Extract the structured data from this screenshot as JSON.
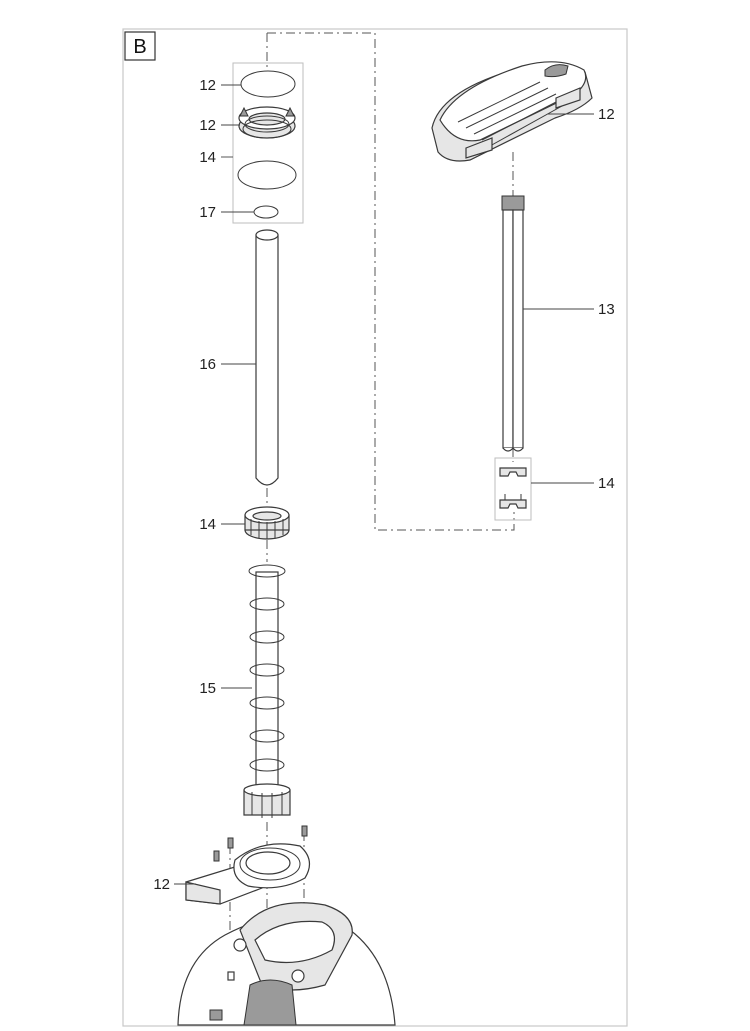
{
  "panel": {
    "label": "B"
  },
  "callouts": [
    {
      "id": "ring-top",
      "label": "12"
    },
    {
      "id": "nut-top",
      "label": "12"
    },
    {
      "id": "seal-set-top",
      "label": "14"
    },
    {
      "id": "small-ring",
      "label": "17"
    },
    {
      "id": "quartz-tube",
      "label": "16"
    },
    {
      "id": "union-nut",
      "label": "14"
    },
    {
      "id": "cleaning-spiral",
      "label": "15"
    },
    {
      "id": "mount-bracket",
      "label": "12"
    },
    {
      "id": "lamp-housing",
      "label": "12"
    },
    {
      "id": "uvc-lamp",
      "label": "13"
    },
    {
      "id": "lamp-clips",
      "label": "14"
    }
  ],
  "colors": {
    "outline": "#3a3a3a",
    "border": "#c8c8c8",
    "fill": "#e6e6e6"
  }
}
